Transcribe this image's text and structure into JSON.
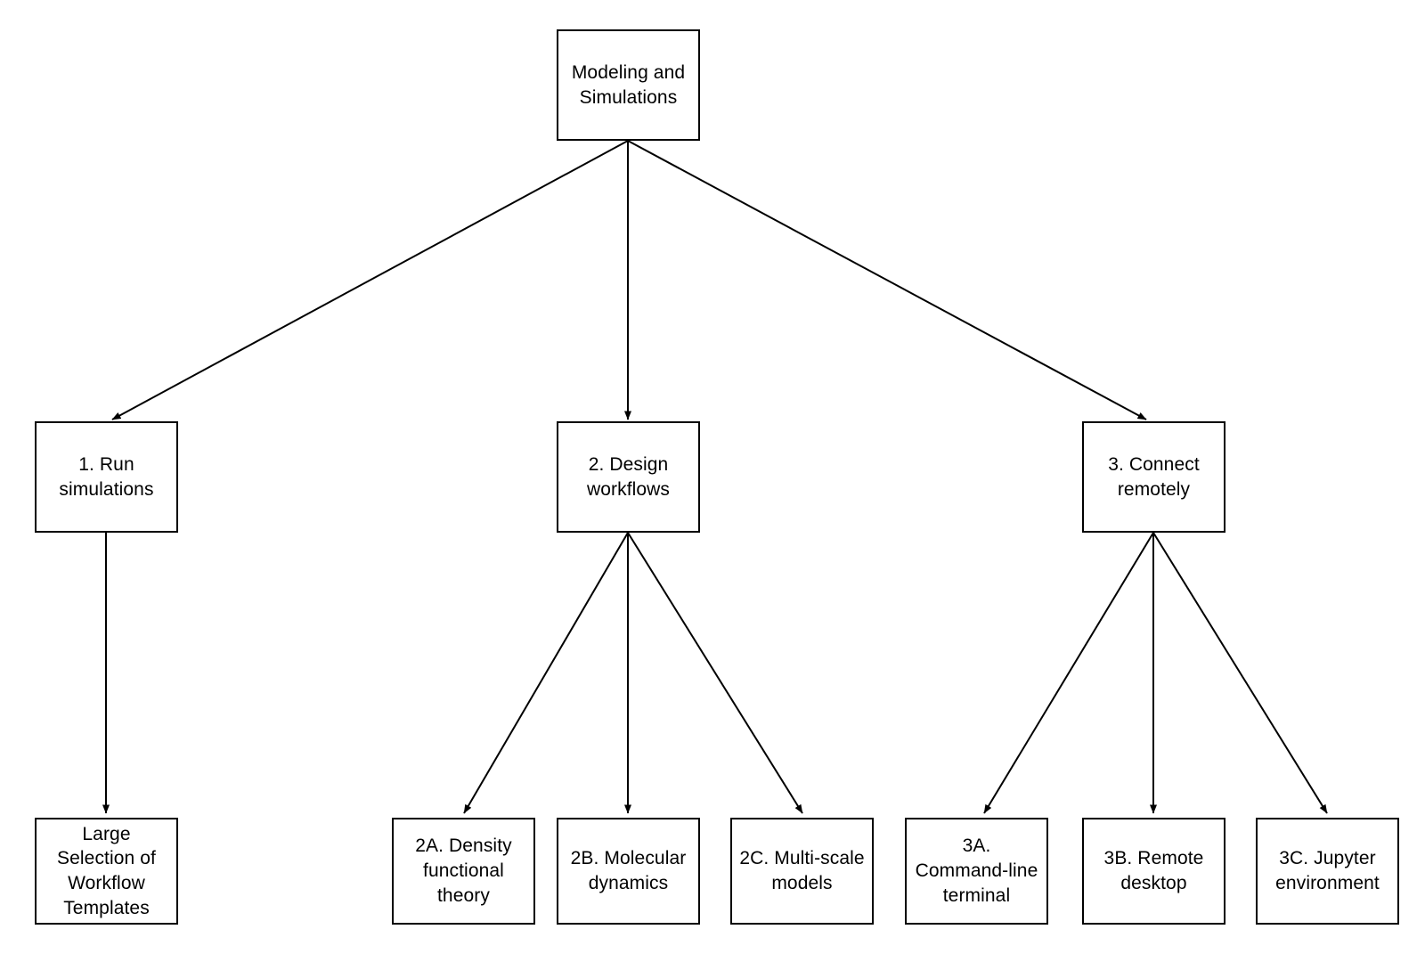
{
  "diagram": {
    "title": "Modeling and Simulations",
    "type": "tree-diagram",
    "background_color": "#ffffff",
    "line_color": "#000000",
    "node_fill_color": "#ffffff",
    "node_border_color": "#000000",
    "root": {
      "id": "root",
      "label": "Modeling and\nSimulations"
    },
    "branches": [
      {
        "id": "branch-1",
        "label": "1. Run\nsimulations",
        "children": [
          {
            "id": "node-1a",
            "label": "Large\nSelection of\nWorkflow\nTemplates"
          }
        ]
      },
      {
        "id": "branch-2",
        "label": "2. Design\nworkflows",
        "children": [
          {
            "id": "node-2a",
            "label": "2A. Density\nfunctional\ntheory"
          },
          {
            "id": "node-2b",
            "label": "2B. Molecular\ndynamics"
          },
          {
            "id": "node-2c",
            "label": "2C. Multi-scale\nmodels"
          }
        ]
      },
      {
        "id": "branch-3",
        "label": "3. Connect\nremotely",
        "children": [
          {
            "id": "node-3a",
            "label": "3A.\nCommand-line\nterminal"
          },
          {
            "id": "node-3b",
            "label": "3B. Remote\ndesktop"
          },
          {
            "id": "node-3c",
            "label": "3C. Jupyter\nenvironment"
          }
        ]
      }
    ]
  }
}
